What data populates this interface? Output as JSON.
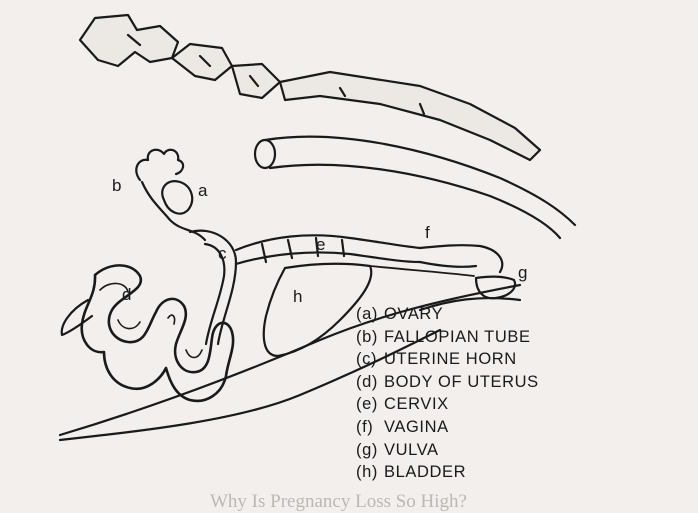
{
  "labels": {
    "a": "a",
    "b": "b",
    "c": "c",
    "d": "d",
    "e": "e",
    "f": "f",
    "g": "g",
    "h": "h"
  },
  "legend": [
    {
      "key": "(a)",
      "text": "OVARY"
    },
    {
      "key": "(b)",
      "text": "FALLOPIAN TUBE"
    },
    {
      "key": "(c)",
      "text": "UTERINE HORN"
    },
    {
      "key": "(d)",
      "text": "BODY OF UTERUS"
    },
    {
      "key": "(e)",
      "text": "CERVIX"
    },
    {
      "key": "(f)",
      "text": "VAGINA"
    },
    {
      "key": "(g)",
      "text": "VULVA"
    },
    {
      "key": "(h)",
      "text": "BLADDER"
    }
  ],
  "background_text": {
    "heading": "Why Is Pregnancy Loss So High?"
  },
  "colors": {
    "background": "#f2efec",
    "ink": "#1a1a1a",
    "ghost_text": "#bdb8b3"
  }
}
